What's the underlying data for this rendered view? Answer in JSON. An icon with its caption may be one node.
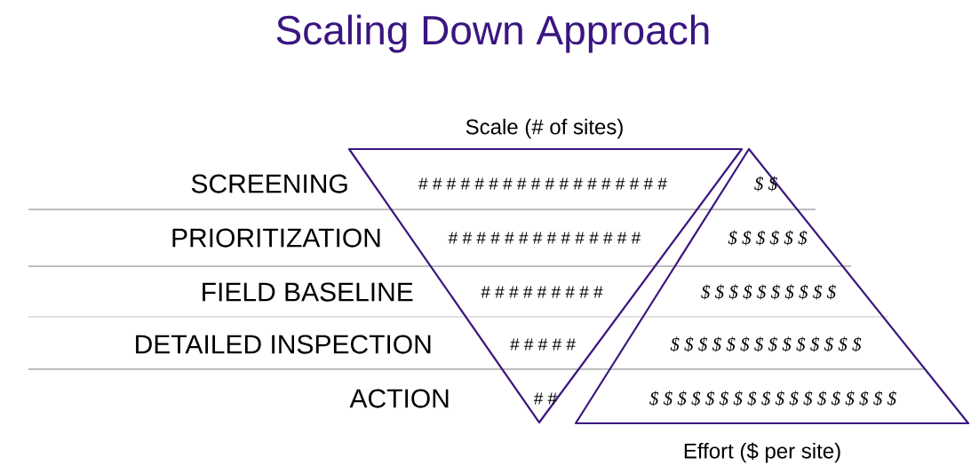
{
  "diagram": {
    "title": "Scaling Down Approach",
    "nodes": [
      {
        "text": [
          "Scale (# of sites)",
          "# # # # # # # # # # # # # # # # # #",
          "# # # # # # # # # # # # # #",
          "# # # # # # # # #",
          "# # # # #",
          "# #"
        ]
      },
      {
        "text": [
          "Effort ($ per site)",
          "$ $",
          "$ $ $ $ $ $",
          "$ $ $ $ $ $ $ $ $ $",
          "$ $ $ $ $ $ $ $ $ $ $ $ $ $",
          "$ $ $ $ $ $ $ $ $ $ $ $ $ $ $ $ $ $"
        ]
      }
    ],
    "labels": [
      "SCREENING",
      "PRIORITIZATION",
      "FIELD BASELINE",
      "DETAILED INSPECTION",
      "ACTION"
    ]
  }
}
